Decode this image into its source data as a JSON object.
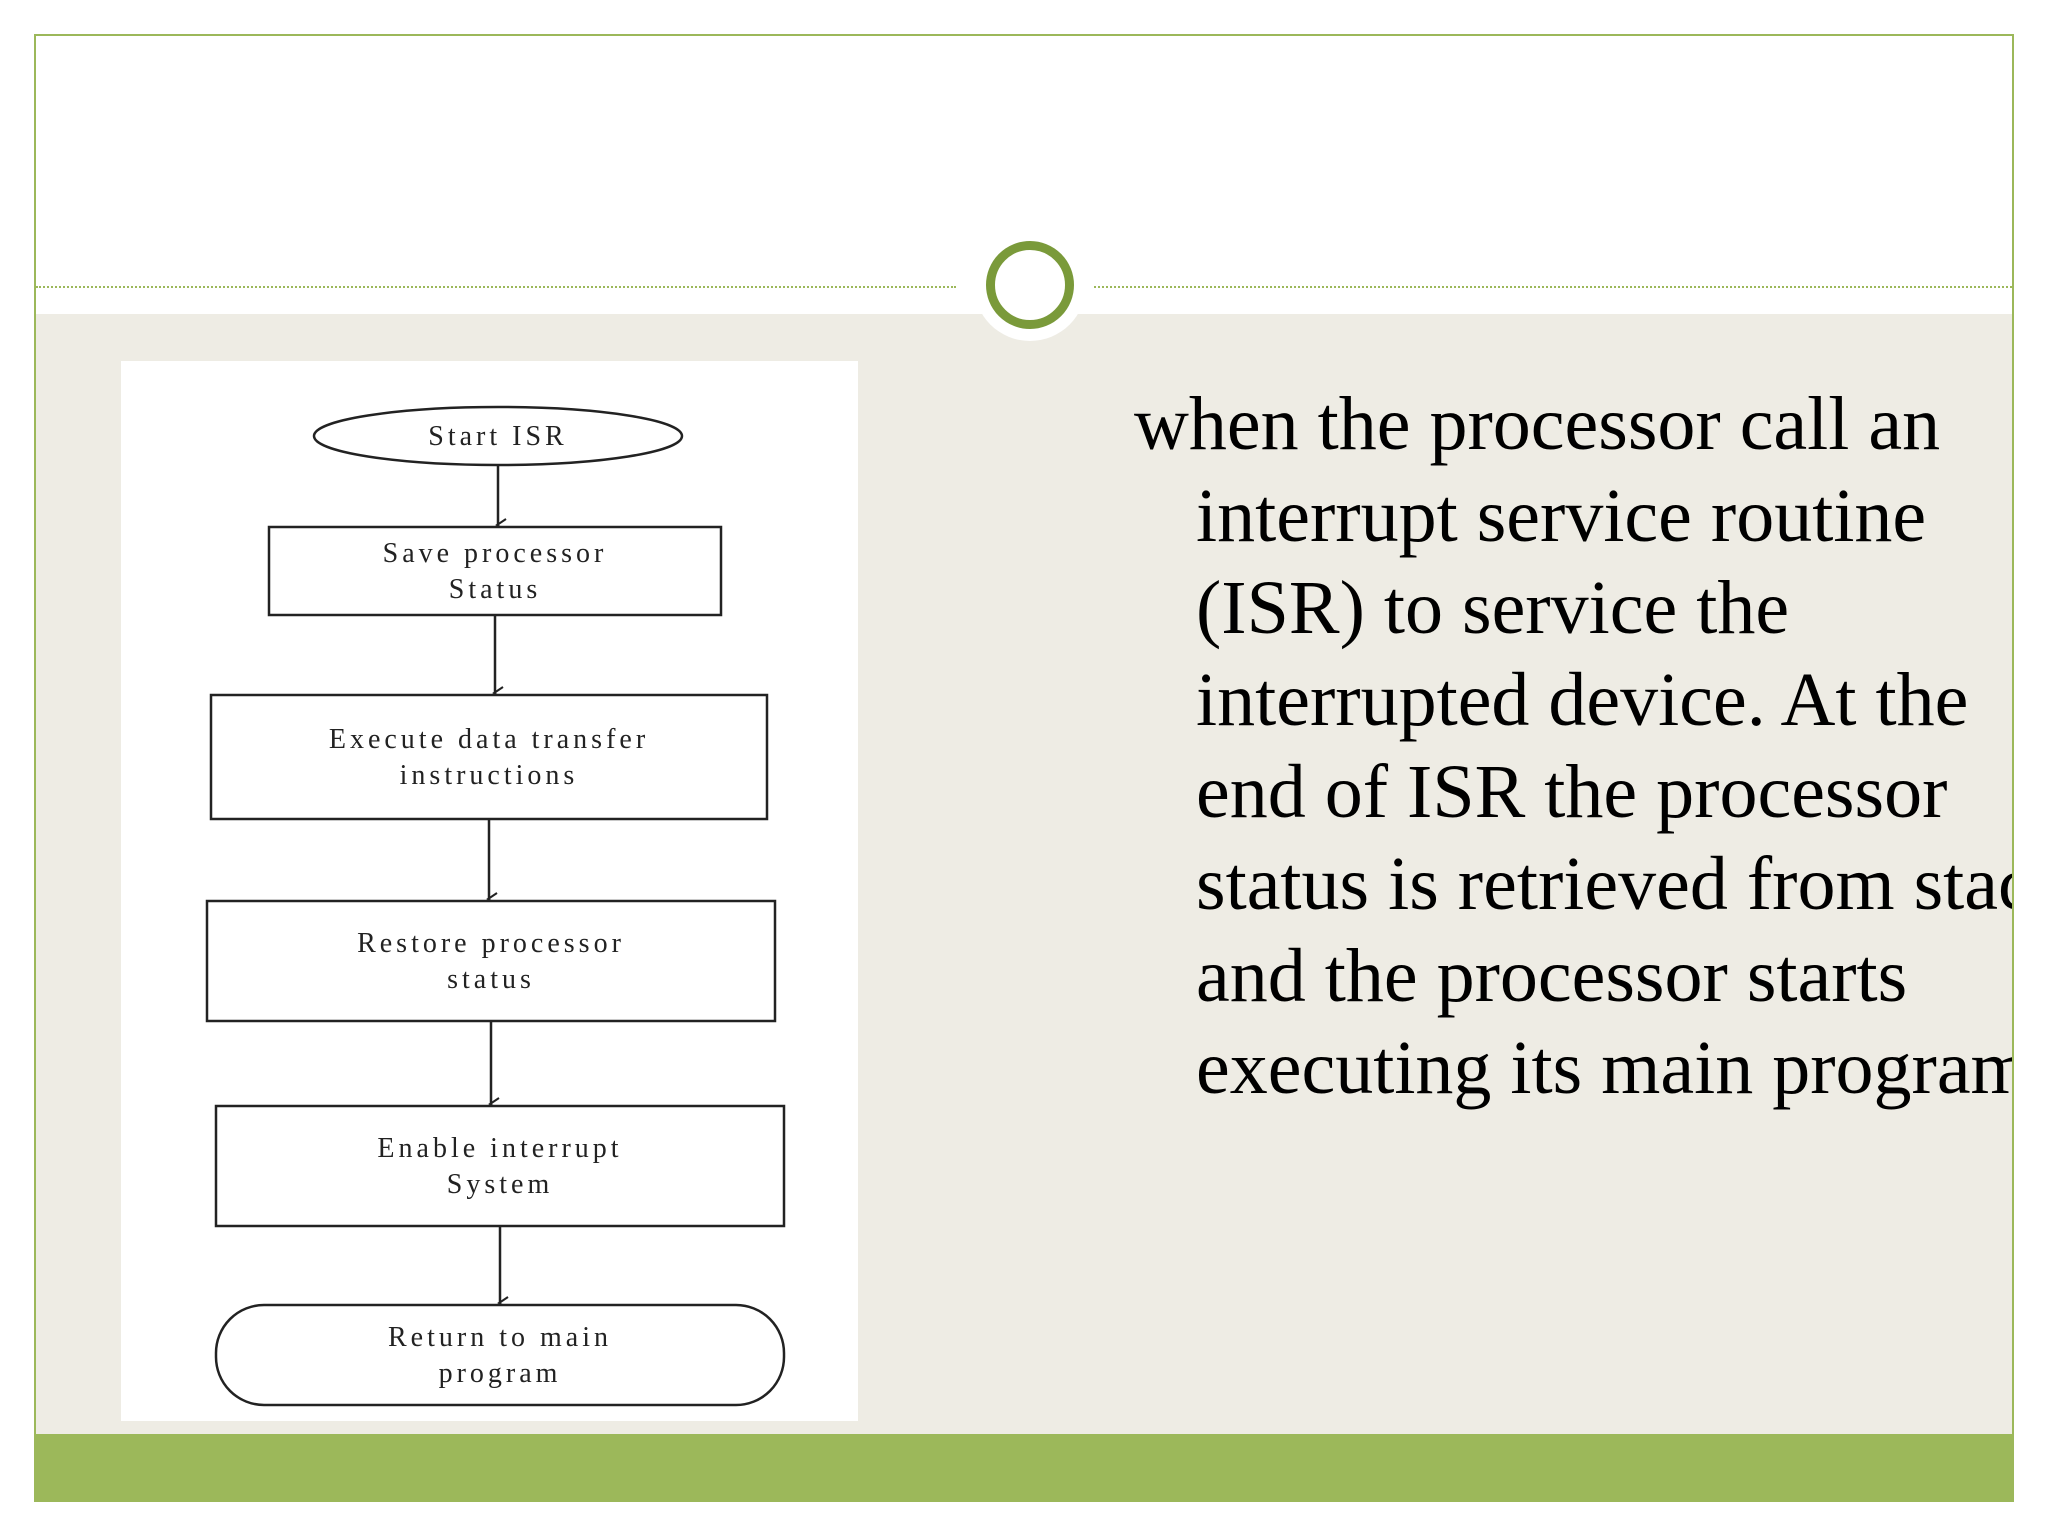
{
  "flowchart": {
    "nodes": [
      {
        "id": "start",
        "shape": "oval",
        "lines": [
          "Start ISR"
        ]
      },
      {
        "id": "save",
        "shape": "rect",
        "lines": [
          "Save processor",
          "Status"
        ]
      },
      {
        "id": "execute",
        "shape": "rect",
        "lines": [
          "Execute data transfer",
          "instructions"
        ]
      },
      {
        "id": "restore",
        "shape": "rect",
        "lines": [
          "Restore processor",
          "status"
        ]
      },
      {
        "id": "enable",
        "shape": "rect",
        "lines": [
          "Enable interrupt",
          "System"
        ]
      },
      {
        "id": "return",
        "shape": "rounded",
        "lines": [
          "Return to main",
          "program"
        ]
      }
    ]
  },
  "description": "when the processor call an interrupt service routine (ISR) to service the interrupted device. At the end of ISR the processor status is retrieved from stack and the processor starts executing its main program.",
  "colors": {
    "accent_green": "#9cb85a",
    "ring_green": "#7a9a3a",
    "band_beige": "#eeece4"
  }
}
